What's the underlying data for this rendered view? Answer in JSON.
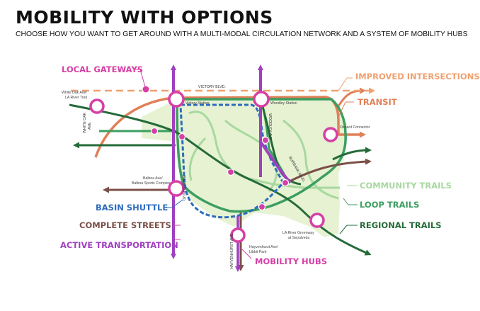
{
  "title": "MOBILITY WITH OPTIONS",
  "subtitle": "CHOOSE HOW YOU WANT TO GET AROUND WITH A MULTI-MODAL CIRCULATION NETWORK AND A SYSTEM OF MOBILITY HUBS",
  "legend": {
    "local_gateways": "LOCAL GATEWAYS",
    "improved_intersections": "IMPROVED INTERSECTIONS",
    "transit": "TRANSIT",
    "community_trails": "COMMUNITY TRAILS",
    "loop_trails": "LOOP TRAILS",
    "regional_trails": "REGIONAL TRAILS",
    "basin_shuttle": "BASIN SHUTTLE",
    "complete_streets": "COMPLETE STREETS",
    "active_transportation": "ACTIVE TRANSPORTATION",
    "mobility_hubs": "MOBILITY HUBS"
  },
  "hubs": {
    "white_oak": [
      "White Oak Ave/",
      "LA River Trail"
    ],
    "victory_station": "Victory Station",
    "woodley_station": "Woodley Station",
    "oxnard_connector": "Oxnard Connector",
    "balboa": [
      "Balboa Ave/",
      "Balboa Sports Complex"
    ],
    "la_river_greenway": [
      "LA River Greenway",
      "at Sepulveda"
    ],
    "haynenhurst": [
      "Hayvenhurst Ave/",
      "Libbit Park"
    ]
  },
  "streets": {
    "victory": "VICTORY BLVD.",
    "white_oak": [
      "WHITE OAK",
      "AVE."
    ],
    "balboa": "BALBOA BLVD.",
    "woodley": "WOODLEY AVE.",
    "burbank": "BURBANK BLVD.",
    "hayvenhurst": "HAYVENHURST AVE."
  },
  "colors": {
    "magenta": "#d63fa6",
    "purple": "#a040c0",
    "orange": "#f0a070",
    "transit": "#e08058",
    "light_green": "#a8d8a0",
    "loop_green": "#3c9e60",
    "dark_green": "#256b3a",
    "shuttle_blue": "#2d6bbf",
    "brown": "#7a5048",
    "area_fill": "#e6f2d2"
  }
}
